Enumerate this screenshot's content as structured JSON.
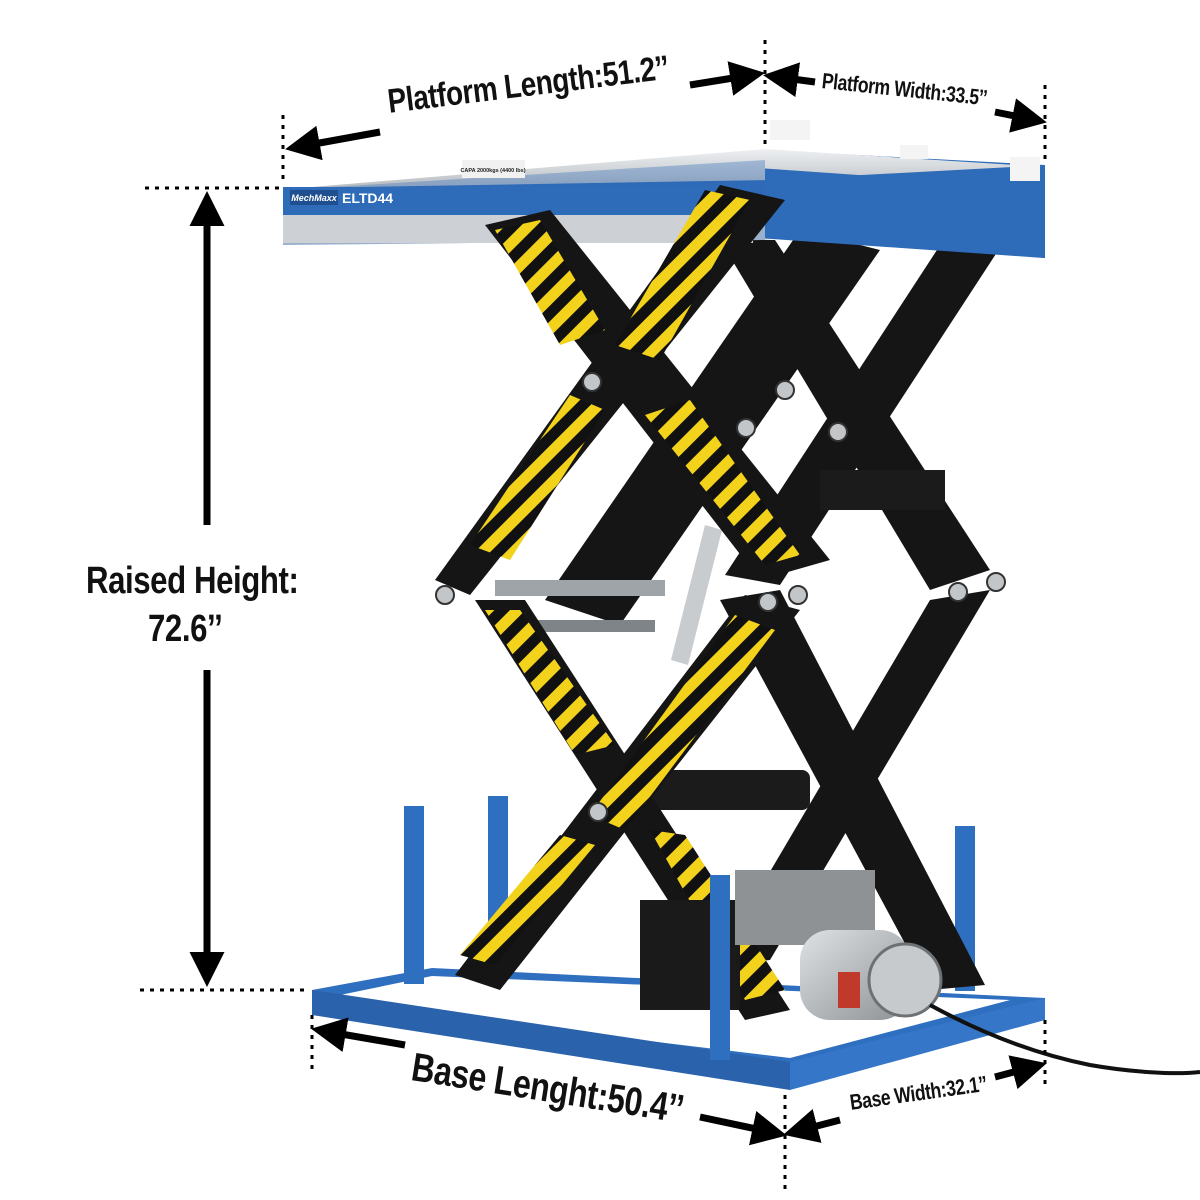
{
  "product": {
    "brand": "MechMaxx",
    "model": "ELTD44",
    "capacity_label": "CAPA 2000kgs (4400 lbs)"
  },
  "dimensions": {
    "platform_length": "Platform Length:51.2’’",
    "platform_width": "Platform Width:33.5’’",
    "raised_height_line1": "Raised Height:",
    "raised_height_line2": "72.6’’",
    "base_length": "Base Lenght:50.4’’",
    "base_width": "Base Width:32.1’’"
  },
  "colors": {
    "frame_blue": "#2f6fc0",
    "platform_blue": "#2e6bb8",
    "steel_black": "#121212",
    "hazard_yellow": "#f3d21b",
    "arrow_black": "#000000",
    "motor_grey": "#b9bcbf"
  }
}
